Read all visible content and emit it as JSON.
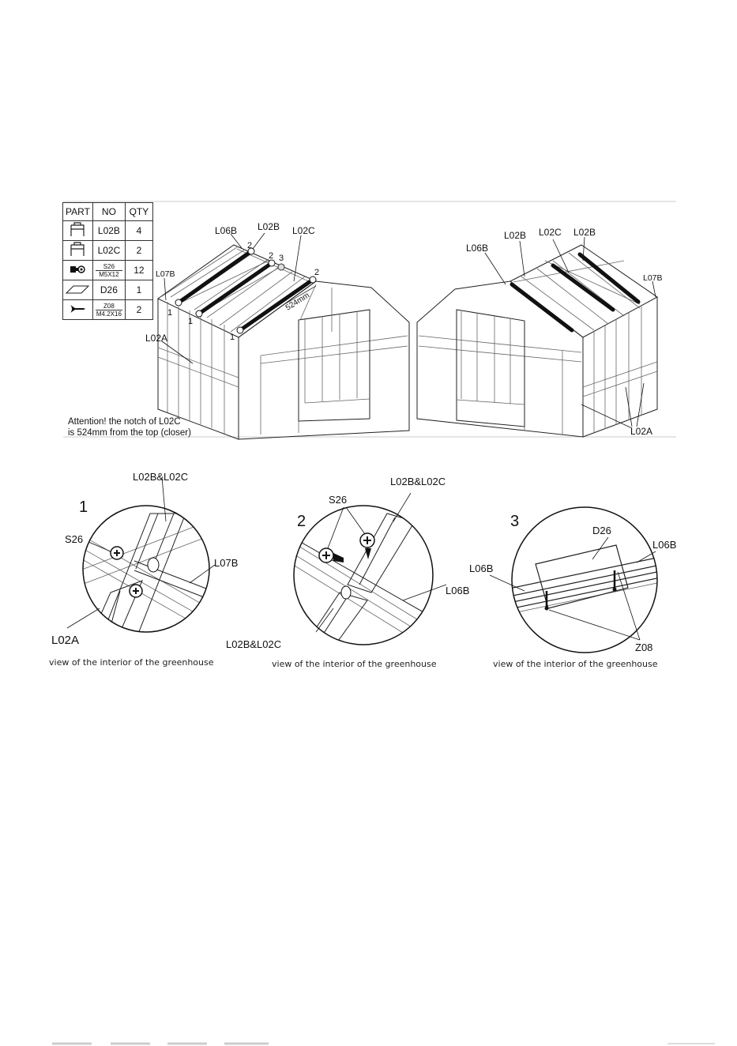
{
  "table": {
    "headers": [
      "PART",
      "NO",
      "QTY"
    ],
    "rows": [
      {
        "icon": "bracket-icon",
        "no": "L02B",
        "qty": "4"
      },
      {
        "icon": "bracket-icon",
        "no": "L02C",
        "qty": "2"
      },
      {
        "icon": "bolt-nut-icon",
        "no_top": "S26",
        "no_bottom": "M5X12",
        "qty": "12"
      },
      {
        "icon": "plate-icon",
        "no": "D26",
        "qty": "1"
      },
      {
        "icon": "screw-icon",
        "no_top": "Z08",
        "no_bottom": "M4.2X16",
        "qty": "2"
      }
    ]
  },
  "main": {
    "labels_left": {
      "l06b": "L06B",
      "l02b": "L02B",
      "l02c": "L02C",
      "l07b": "L07B",
      "l02a": "L02A",
      "n1a": "1",
      "n1b": "1",
      "n1c": "1",
      "n2a": "2",
      "n2b": "2",
      "n2c": "2",
      "n3": "3",
      "dim": "524mm"
    },
    "labels_right": {
      "l06b": "L06B",
      "l02b_a": "L02B",
      "l02c": "L02C",
      "l02b_b": "L02B",
      "l07b": "L07B",
      "l02a": "L02A"
    },
    "attention_line1": "Attention! the notch of L02C",
    "attention_line2": "is 524mm from the top (closer)"
  },
  "details": [
    {
      "number": "1",
      "labels": {
        "top": "L02B&L02C",
        "s26": "S26",
        "l07b": "L07B",
        "l02a": "L02A"
      },
      "caption": "view of the interior of the greenhouse"
    },
    {
      "number": "2",
      "labels": {
        "top": "L02B&L02C",
        "s26": "S26",
        "l06b": "L06B",
        "bottom": "L02B&L02C"
      },
      "caption": "view of the interior of the greenhouse"
    },
    {
      "number": "3",
      "labels": {
        "d26": "D26",
        "l06b_right": "L06B",
        "l06b_left": "L06B",
        "z08": "Z08"
      },
      "caption": "view of the interior of the greenhouse"
    }
  ]
}
